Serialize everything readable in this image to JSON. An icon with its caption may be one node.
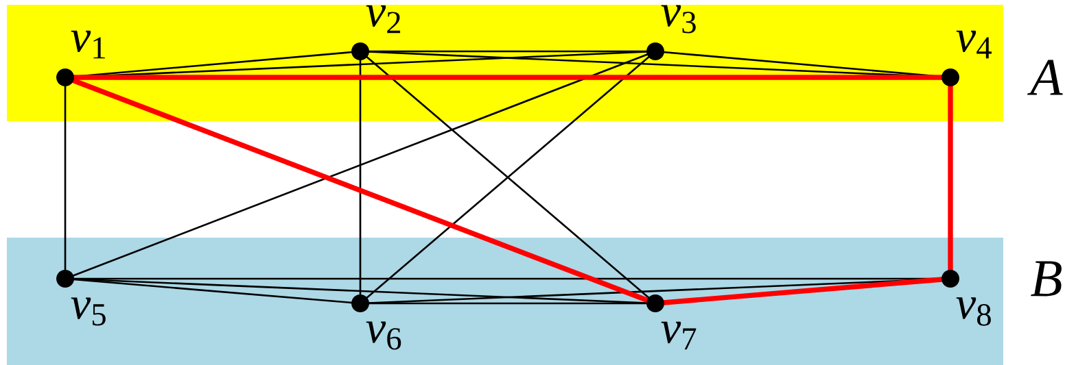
{
  "diagram": {
    "nodes": [
      {
        "text": [
          "*A*"
        ]
      },
      {
        "text": [
          "*v*$_{1}$"
        ],
        "in": 0
      },
      {
        "text": [
          "*v*$_{2}$"
        ],
        "in": 0
      },
      {
        "text": [
          "*v*$_{3}$"
        ],
        "in": 0
      },
      {
        "text": [
          "*v*$_{4}$"
        ],
        "in": 0
      },
      {
        "text": [
          "*B*"
        ]
      },
      {
        "text": [
          "*v*$_{5}$"
        ],
        "in": 5
      },
      {
        "text": [
          "*v*$_{6}$"
        ],
        "in": 5
      },
      {
        "text": [
          "*v*$_{7}$"
        ],
        "in": 5
      },
      {
        "text": [
          "*v*$_{8}$"
        ],
        "in": 5
      }
    ],
    "edges": [
      {
        "from": 1,
        "to": 2,
        "arrow": "none"
      },
      {
        "from": 1,
        "to": 3,
        "arrow": "none"
      },
      {
        "from": 2,
        "to": 3,
        "arrow": "none"
      },
      {
        "from": 2,
        "to": 4,
        "arrow": "none"
      },
      {
        "from": 3,
        "to": 4,
        "arrow": "none"
      },
      {
        "from": 1,
        "to": 6,
        "arrow": "none"
      },
      {
        "from": 2,
        "to": 7,
        "arrow": "none"
      },
      {
        "from": 2,
        "to": 8,
        "arrow": "none"
      },
      {
        "from": 3,
        "to": 6,
        "arrow": "none"
      },
      {
        "from": 3,
        "to": 7,
        "arrow": "none"
      },
      {
        "from": 6,
        "to": 7,
        "arrow": "none"
      },
      {
        "from": 6,
        "to": 8,
        "arrow": "none"
      },
      {
        "from": 6,
        "to": 9,
        "arrow": "none"
      },
      {
        "from": 7,
        "to": 8,
        "arrow": "none"
      },
      {
        "from": 7,
        "to": 9,
        "arrow": "none"
      },
      {
        "from": 1,
        "to": 4,
        "arrow": "none",
        "style": "thick",
        "color": "#ff0000"
      },
      {
        "from": 4,
        "to": 9,
        "arrow": "none",
        "style": "thick",
        "color": "#ff0000"
      },
      {
        "from": 9,
        "to": 8,
        "arrow": "none",
        "style": "thick",
        "color": "#ff0000"
      },
      {
        "from": 8,
        "to": 1,
        "arrow": "none",
        "style": "thick",
        "color": "#ff0000"
      }
    ]
  }
}
